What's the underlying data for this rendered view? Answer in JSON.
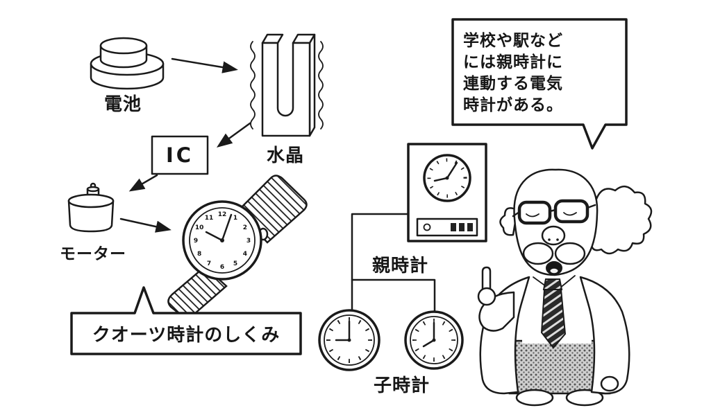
{
  "labels": {
    "battery": "電池",
    "quartz": "水晶",
    "ic": "IC",
    "motor": "モーター",
    "master_clock": "親時計",
    "child_clocks": "子時計"
  },
  "caption": "クオーツ時計のしくみ",
  "speech_bubble": "学校や駅など\nには親時計に\n連動する電気\n時計がある。",
  "watch": {
    "numerals": [
      "12",
      "1",
      "2",
      "3",
      "4",
      "5",
      "6",
      "7",
      "8",
      "9",
      "10",
      "11"
    ]
  },
  "colors": {
    "ink": "#1a1a1a",
    "paper": "#ffffff"
  }
}
